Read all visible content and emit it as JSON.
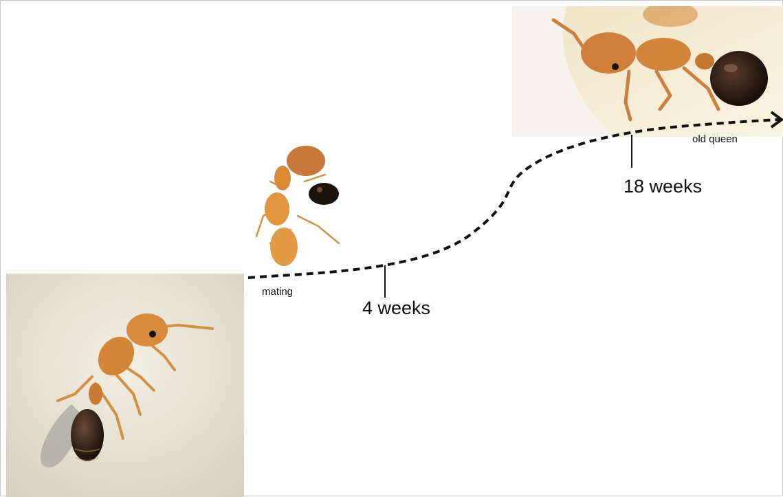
{
  "labels": {
    "mating": "mating",
    "four_weeks": "4 weeks",
    "eighteen_weeks": "18 weeks",
    "old_queen": "old queen"
  },
  "colors": {
    "line": "#111111",
    "ant_body": "#d98a35",
    "ant_gaster": "#1a0f0a",
    "photo_bg_sand": "#e8e3d2",
    "photo_bg_warm": "#f0e6cc"
  }
}
